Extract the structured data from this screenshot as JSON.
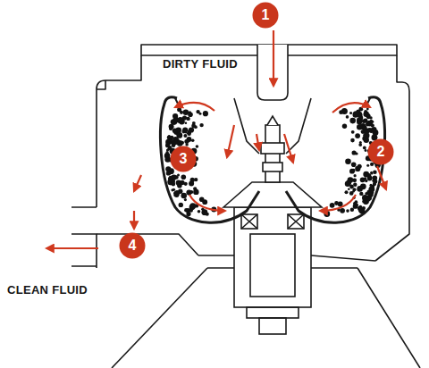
{
  "diagram": {
    "nodes": [
      {
        "text": [
          "1"
        ]
      },
      {
        "text": [
          "2"
        ]
      },
      {
        "text": [
          "3"
        ]
      },
      {
        "text": [
          "4"
        ]
      }
    ],
    "labels": [
      "DIRTY FLUID",
      "CLEAN FLUID"
    ]
  }
}
